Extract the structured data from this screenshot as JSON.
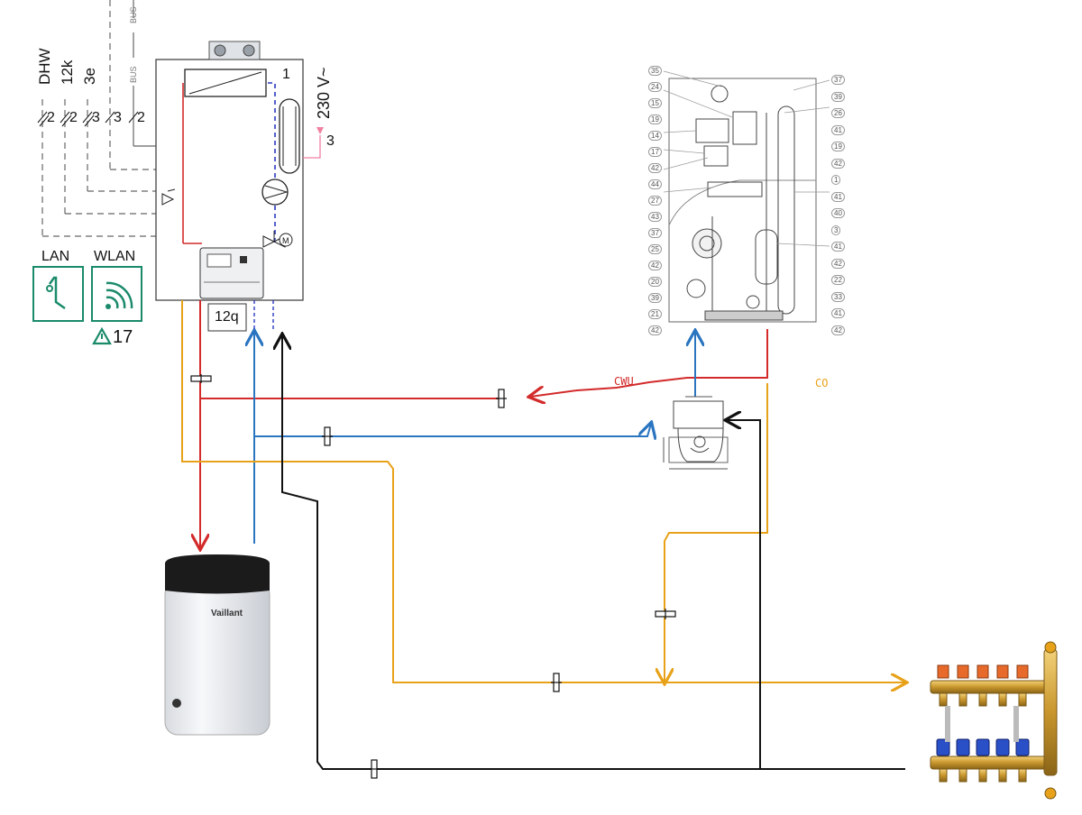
{
  "diagram": {
    "signal_lines": {
      "bus_top": "BUS",
      "bus_mid": "BUS",
      "dhw": "DHW",
      "k12": "12k",
      "e3": "3e",
      "wire_counts": [
        "2",
        "2",
        "3",
        "3",
        "2"
      ]
    },
    "boiler": {
      "number": "1",
      "power_label": "230 V~",
      "power_count": "3",
      "module_label": "12q"
    },
    "connectivity": {
      "lan_label": "LAN",
      "wlan_label": "WLAN",
      "warning_label": "17"
    },
    "heat_pump": {
      "left_refs": [
        "35",
        "24",
        "15",
        "19",
        "14",
        "17",
        "42",
        "44",
        "27",
        "43",
        "37",
        "25",
        "42",
        "20",
        "39",
        "21",
        "42"
      ],
      "right_refs": [
        "37",
        "39",
        "26",
        "41",
        "19",
        "42",
        "1",
        "41",
        "40",
        "3",
        "41",
        "42",
        "22",
        "33",
        "41",
        "42"
      ]
    },
    "pipe_labels": {
      "cwu": "CWU",
      "co": "CO"
    },
    "tank": {
      "brand": "Vaillant"
    },
    "colors": {
      "hot_water": "#d32a2a",
      "cold_water": "#2a74c0",
      "heating": "#e8a21a",
      "return": "#111111",
      "accent_green": "#1a8a6a",
      "power": "#f07fa0"
    }
  }
}
